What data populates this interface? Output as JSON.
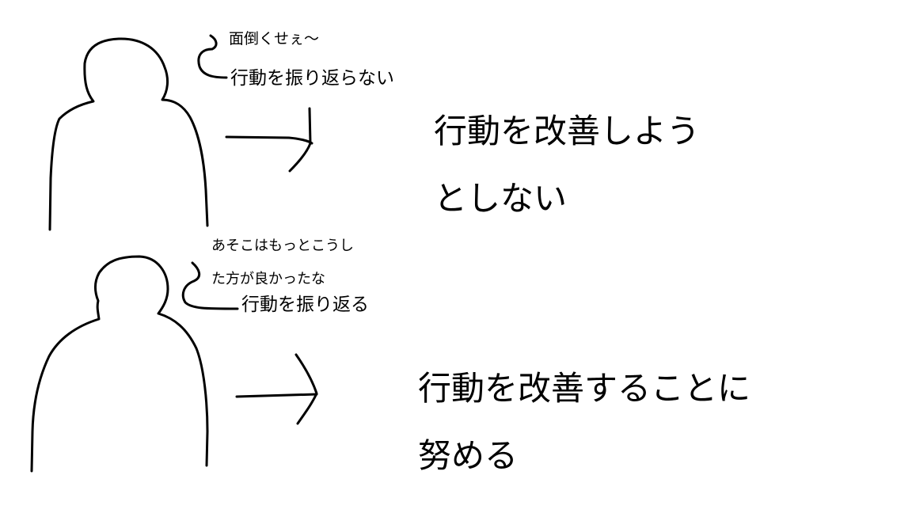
{
  "scene_top": {
    "thought_small": "面倒くせぇ〜",
    "thought_label": "行動を振り返らない",
    "result_line1": "行動を改善しよう",
    "result_line2": "としない"
  },
  "scene_bottom": {
    "thought_small_line1": "あそこはもっとこうし",
    "thought_small_line2": "た方が良かったな",
    "thought_label": "行動を振り返る",
    "result_line1": "行動を改善することに",
    "result_line2": "努める"
  },
  "colors": {
    "background": "#ffffff",
    "ink": "#000000"
  }
}
